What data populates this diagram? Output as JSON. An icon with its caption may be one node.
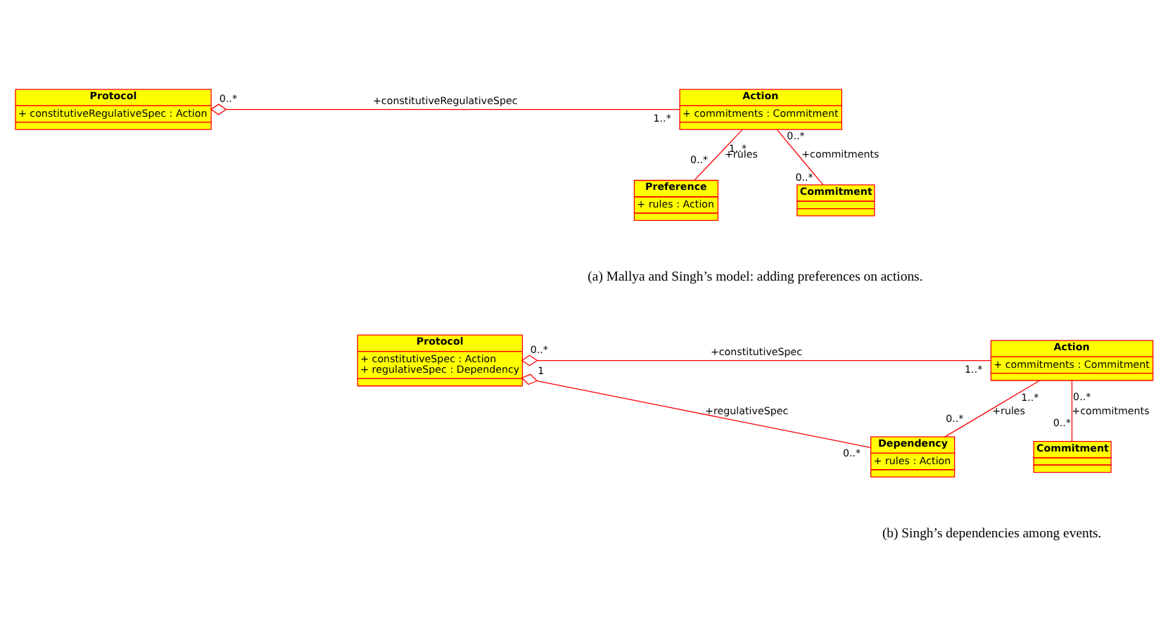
{
  "diagram": {
    "nodes": [
      {
        "text": [
          "Protocol",
          "+ constitutiveRegulativeSpec : Action"
        ]
      },
      {
        "text": [
          "Action",
          "+ commitments : Commitment"
        ]
      },
      {
        "text": [
          "Preference",
          "+ rules : Action"
        ]
      },
      {
        "text": [
          "Commitment"
        ]
      },
      {
        "text": [
          "Protocol",
          "+ constitutiveSpec : Action",
          "+ regulativeSpec : Dependency"
        ]
      },
      {
        "text": [
          "Action",
          "+ commitments : Commitment"
        ]
      },
      {
        "text": [
          "Dependency",
          "+ rules : Action"
        ]
      },
      {
        "text": [
          "Commitment"
        ]
      }
    ],
    "edges": [
      {
        "from": 0,
        "to": 1,
        "arrow": "other",
        "label": "+constitutiveRegulativeSpec"
      },
      {
        "from": 1,
        "to": 2,
        "arrow": "none",
        "label": "+rules"
      },
      {
        "from": 1,
        "to": 3,
        "arrow": "none",
        "label": "+commitments"
      },
      {
        "from": 4,
        "to": 5,
        "arrow": "other",
        "label": "+constitutiveSpec"
      },
      {
        "from": 4,
        "to": 6,
        "arrow": "other",
        "label": "+regulativeSpec"
      },
      {
        "from": 5,
        "to": 6,
        "arrow": "none",
        "label": "+rules"
      },
      {
        "from": 5,
        "to": 7,
        "arrow": "none",
        "label": "+commitments"
      }
    ],
    "labels": [
      "0..*",
      "1..*",
      "1..*",
      "0..*",
      "0..*",
      "0..*",
      "(a) Mallya and Singh’s model: adding preferences on actions.",
      "0..*",
      "1..*",
      "1",
      "1..*",
      "0..*",
      "0..*",
      "0..*",
      "0..*",
      "(b) Singh’s dependencies among events."
    ]
  }
}
